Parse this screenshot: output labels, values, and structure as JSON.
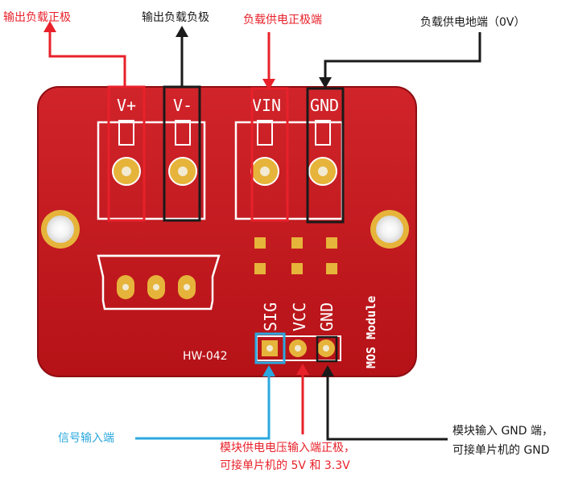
{
  "labels": {
    "out_pos": "输出负载正极",
    "out_neg": "输出负载负极",
    "vin_pos": "负载供电正极端",
    "gnd_0v": "负载供电地端（0V）",
    "signal": "信号输入端",
    "vcc_line1": "模块供电电压输入端正极，",
    "vcc_line2": "可接单片机的 5V 和 3.3V",
    "gnd_line1": "模块输入 GND 端，",
    "gnd_line2": "可接单片机的 GND"
  },
  "board": {
    "terminal_pos": "V+",
    "terminal_neg": "V-",
    "terminal_vin": "VIN",
    "terminal_gnd": "GND",
    "pin_sig": "SIG",
    "pin_vcc": "VCC",
    "pin_gnd": "GND",
    "module_name": "MOS Module",
    "model": "HW-042"
  },
  "colors": {
    "board": "#c4161c",
    "board_edge": "#8e0d12",
    "pad_gold": "#e6b43a",
    "annotation_red": "#e8212a",
    "annotation_black": "#1a1a1a",
    "annotation_blue": "#2ba8df",
    "silkscreen": "#ffffff"
  }
}
